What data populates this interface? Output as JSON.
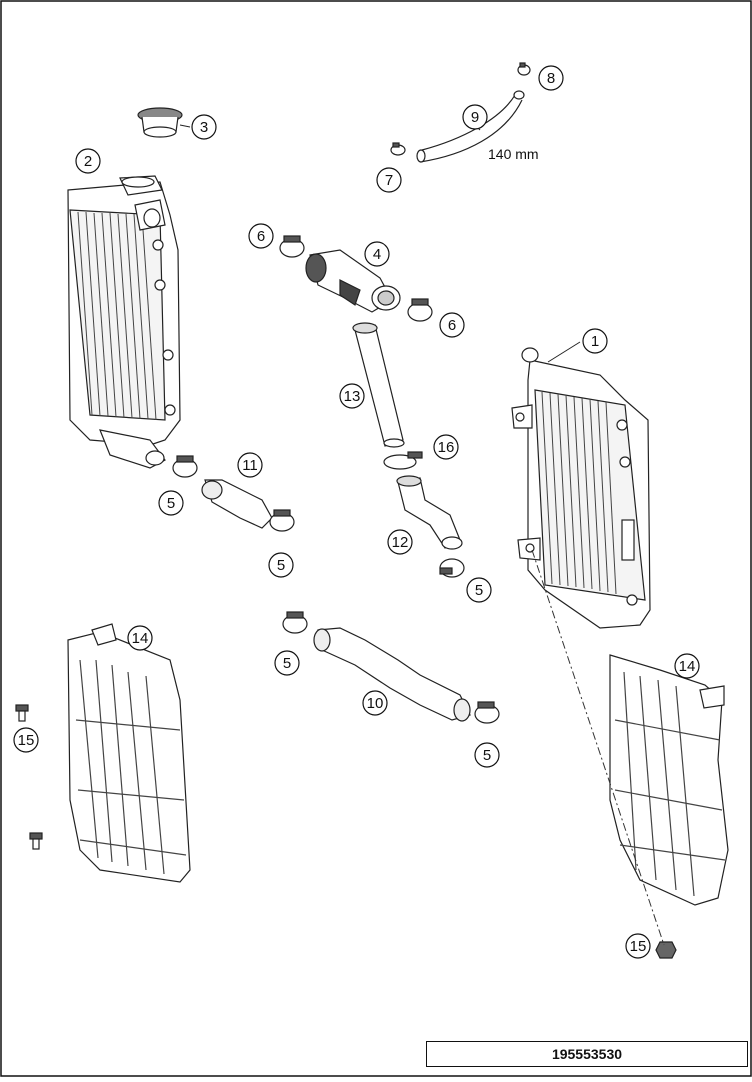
{
  "diagram": {
    "reference_number": "195553530",
    "hose_length_label": "140 mm",
    "callouts": [
      "1",
      "2",
      "3",
      "4",
      "5",
      "5",
      "5",
      "5",
      "5",
      "6",
      "6",
      "7",
      "8",
      "9",
      "10",
      "11",
      "12",
      "13",
      "14",
      "14",
      "15",
      "15",
      "16"
    ]
  }
}
